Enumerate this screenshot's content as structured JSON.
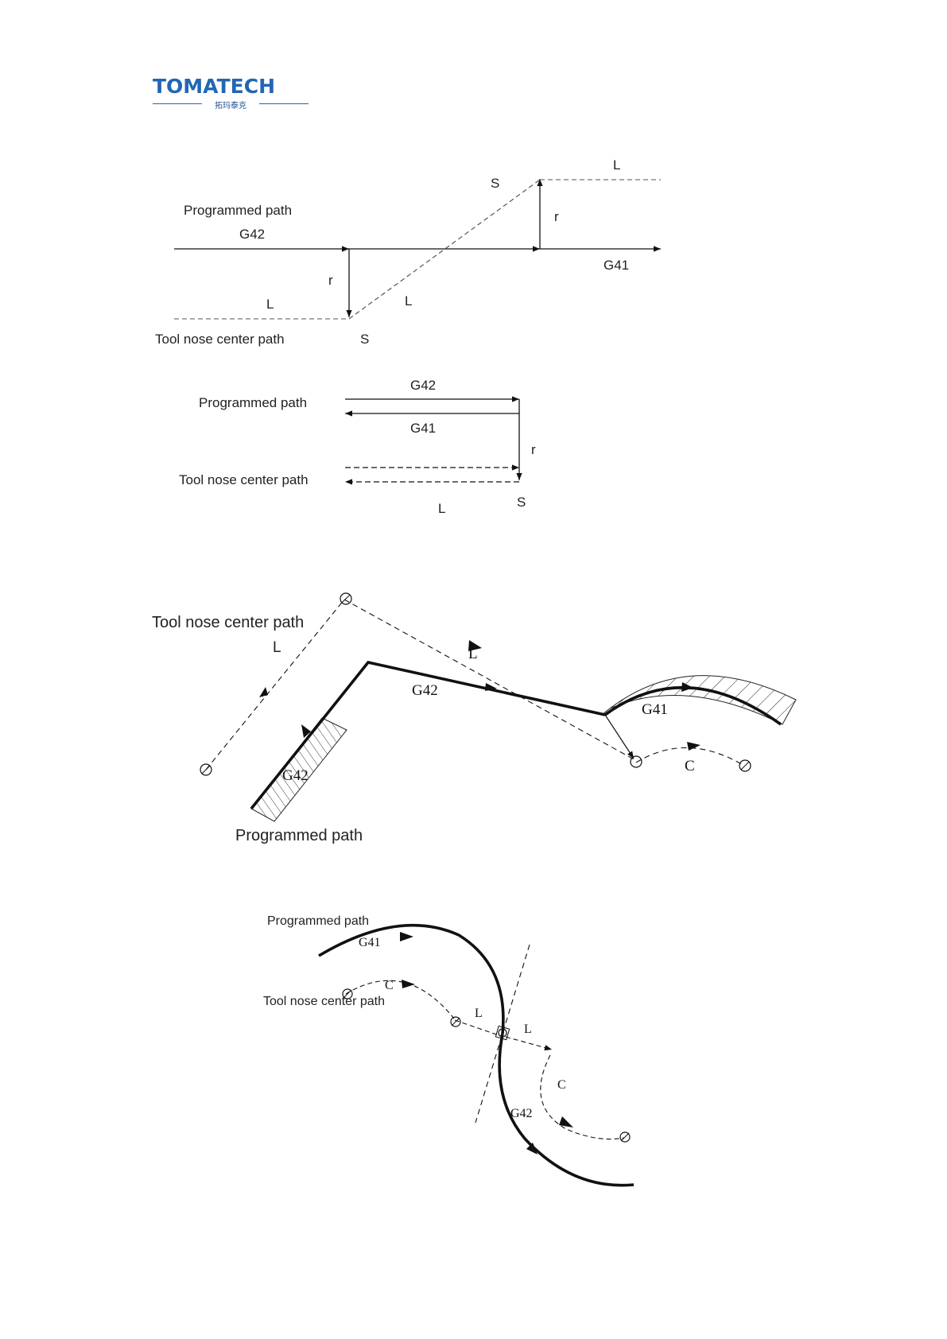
{
  "header": {
    "logo_main": "TOMATECH",
    "logo_sub": "拓玛泰克",
    "brand_color": "#2366b3"
  },
  "fig1": {
    "programmed_path": "Programmed path",
    "g42": "G42",
    "g41": "G41",
    "tool_nose": "Tool nose center path",
    "r_left": "r",
    "r_right": "r",
    "l_top": "L",
    "l_left": "L",
    "l_diag": "L",
    "s_top": "S",
    "s_bottom": "S"
  },
  "fig2": {
    "programmed_path": "Programmed path",
    "g42": "G42",
    "g41": "G41",
    "tool_nose": "Tool nose center path",
    "r": "r",
    "l": "L",
    "s": "S"
  },
  "fig3": {
    "tool_nose": "Tool nose center path",
    "l1": "L",
    "l2": "L",
    "g42_top": "G42",
    "g41": "G41",
    "g42_bottom": "G42",
    "c": "C",
    "programmed_path": "Programmed path"
  },
  "fig4": {
    "programmed_path": "Programmed path",
    "g41": "G41",
    "tool_nose": "Tool nose center path",
    "c_top": "C",
    "l_left": "L",
    "l_right": "L",
    "c_right": "C",
    "g42": "G42"
  }
}
